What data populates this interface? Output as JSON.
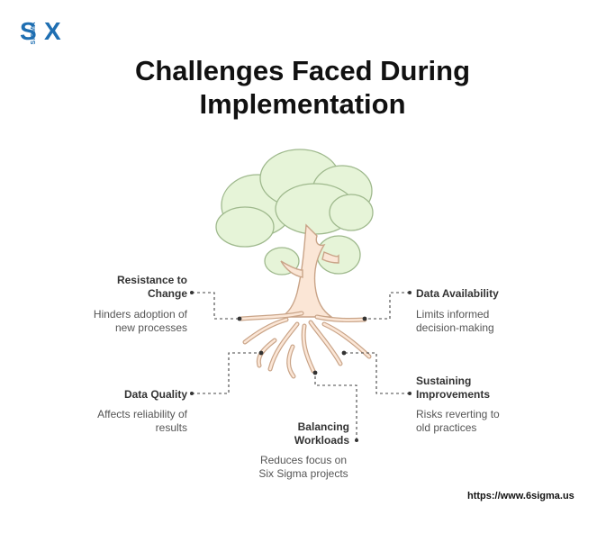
{
  "logo": {
    "letters_left": "S",
    "letters_right": "X",
    "small": "SIGMA"
  },
  "title": "Challenges Faced During Implementation",
  "challenges": [
    {
      "label": "Resistance to Change",
      "description": "Hinders adoption of new processes"
    },
    {
      "label": "Data Availability",
      "description": "Limits informed decision-making"
    },
    {
      "label": "Data Quality",
      "description": "Affects reliability of results"
    },
    {
      "label": "Sustaining Improvements",
      "description": "Risks reverting to old practices"
    },
    {
      "label": "Balancing Workloads",
      "description": "Reduces focus on Six Sigma projects"
    }
  ],
  "website": "https://www.6sigma.us",
  "colors": {
    "brand": "#1f6fb2",
    "foliage": "#e6f4d8",
    "foliage_stroke": "#9fb98d",
    "trunk": "#fbe6d6",
    "trunk_stroke": "#c9a488"
  }
}
